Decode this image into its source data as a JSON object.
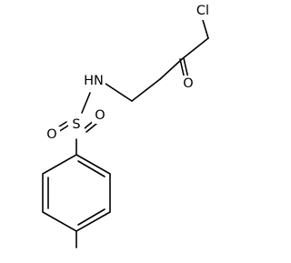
{
  "diagram": {
    "type": "skeletal-chemical-structure",
    "atoms": {
      "chlorine": "Cl",
      "carbonyl_oxygen": "O",
      "amine": "HN",
      "sulfur": "S",
      "sulfonyl_oxygen_left": "O",
      "sulfonyl_oxygen_right": "O"
    },
    "colors": {
      "bond": "#000000",
      "background": "#ffffff"
    }
  }
}
